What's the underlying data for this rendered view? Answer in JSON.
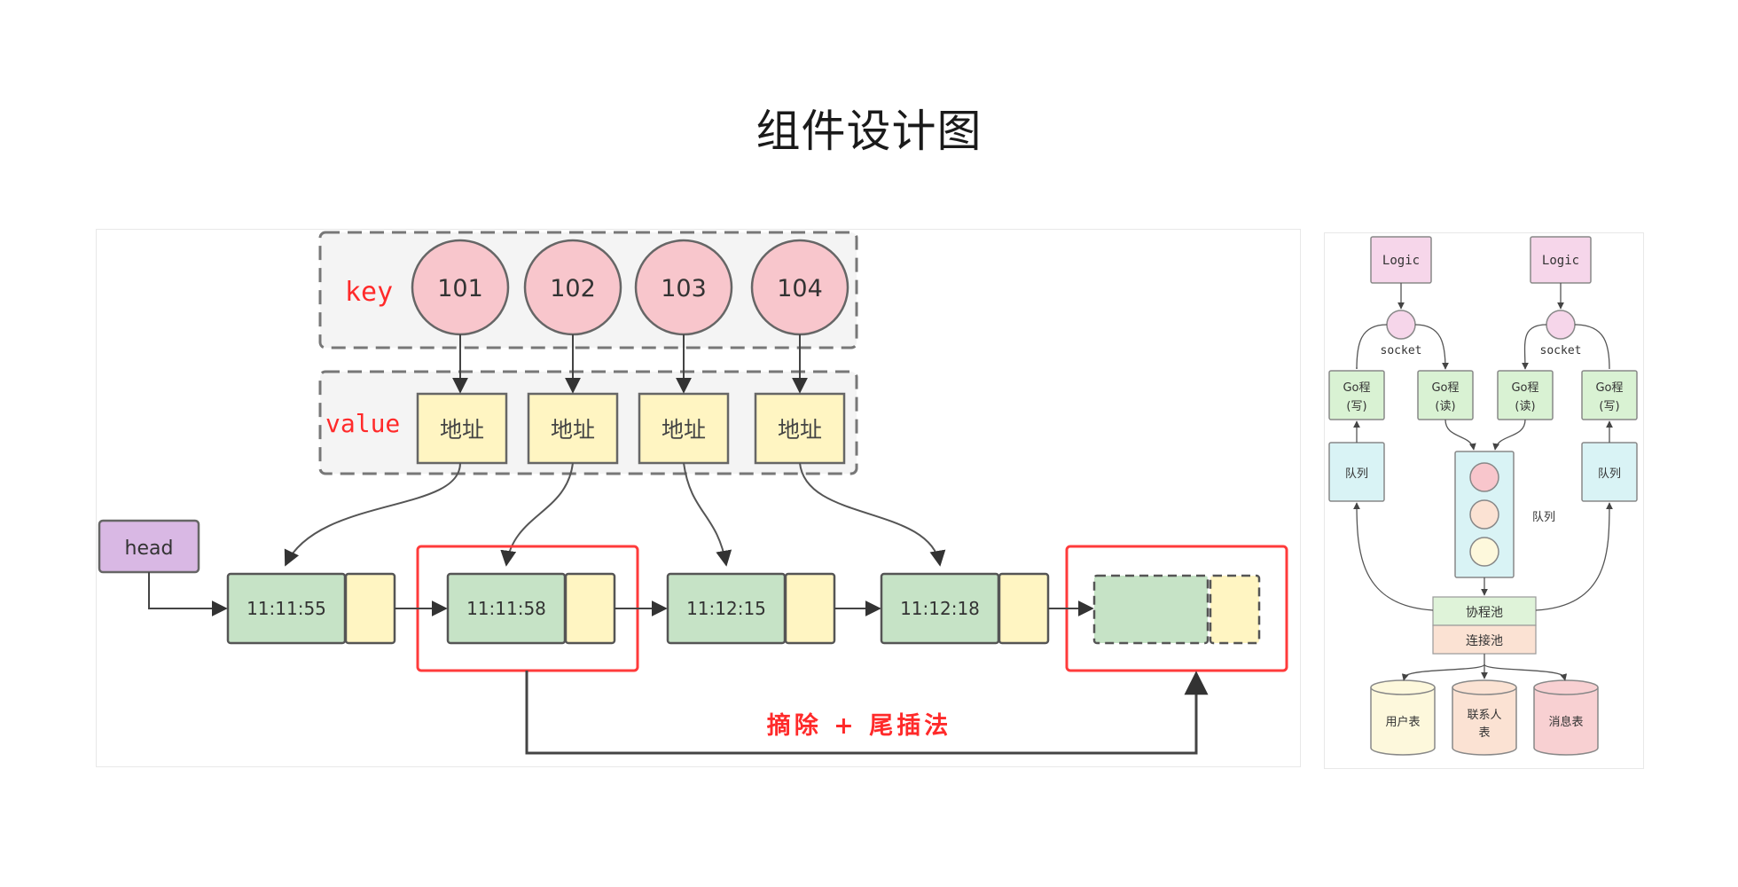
{
  "page": {
    "title": "组件设计图"
  },
  "lru": {
    "key_label": "key",
    "value_label": "value",
    "keys": [
      "101",
      "102",
      "103",
      "104"
    ],
    "value_cell": "地址",
    "head_label": "head",
    "nodes": [
      "11:11:55",
      "11:11:58",
      "11:12:15",
      "11:12:18"
    ],
    "operation_label": "摘除 + 尾插法"
  },
  "arch": {
    "logic_left": "Logic",
    "logic_right": "Logic",
    "socket_left": "socket",
    "socket_right": "socket",
    "go_write_left": [
      "Go程",
      "(写)"
    ],
    "go_read_left": [
      "Go程",
      "(读)"
    ],
    "go_read_right": [
      "Go程",
      "(读)"
    ],
    "go_write_right": [
      "Go程",
      "(写)"
    ],
    "queue_left": "队列",
    "queue_right": "队列",
    "queue_center": "队列",
    "coroutine_pool": "协程池",
    "connection_pool": "连接池",
    "tables": [
      "用户表",
      "联系人",
      "表",
      "消息表"
    ]
  },
  "colors": {
    "key_circle": "#f8c6cc",
    "value_box": "#fff5c2",
    "node_green": "#c6e3c6",
    "node_yellow": "#fff5c2",
    "head_purple": "#d9b8e4",
    "highlight_red": "#ff3b3b",
    "logic_box": "#f6d6ea",
    "go_box": "#d9f2d3",
    "queue_box": "#d9f3f5",
    "pool_green": "#dff3d9",
    "pool_peach": "#fbe2d3"
  }
}
